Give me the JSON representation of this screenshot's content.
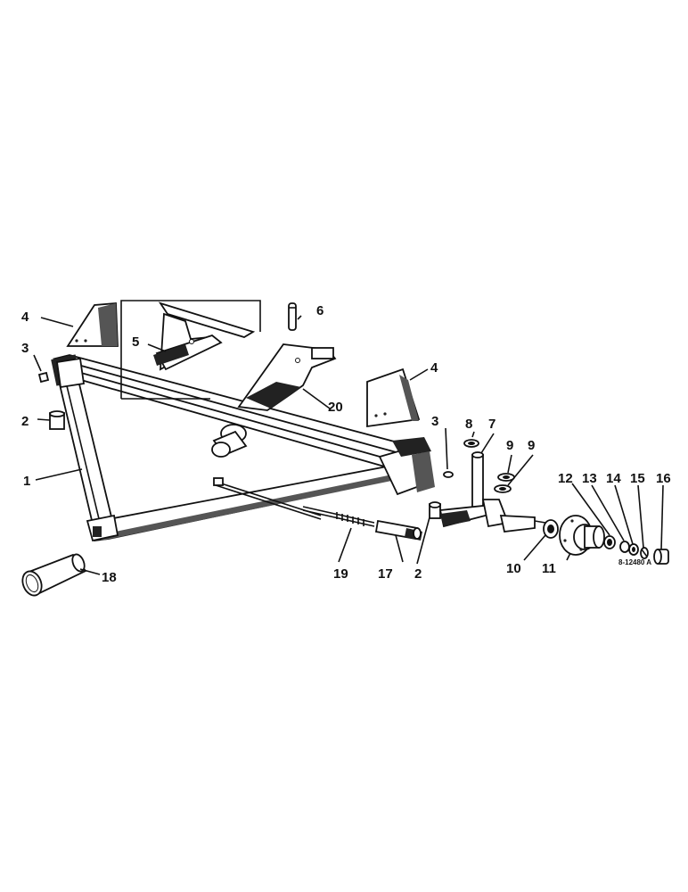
{
  "figure": {
    "reference_code": "8-12480 A",
    "callouts": [
      {
        "id": "c1",
        "text": "1"
      },
      {
        "id": "c2a",
        "text": "2"
      },
      {
        "id": "c2b",
        "text": "2"
      },
      {
        "id": "c3a",
        "text": "3"
      },
      {
        "id": "c3b",
        "text": "3"
      },
      {
        "id": "c4a",
        "text": "4"
      },
      {
        "id": "c4b",
        "text": "4"
      },
      {
        "id": "c5",
        "text": "5"
      },
      {
        "id": "c6",
        "text": "6"
      },
      {
        "id": "c7",
        "text": "7"
      },
      {
        "id": "c8",
        "text": "8"
      },
      {
        "id": "c9a",
        "text": "9"
      },
      {
        "id": "c9b",
        "text": "9"
      },
      {
        "id": "c10",
        "text": "10"
      },
      {
        "id": "c11",
        "text": "11"
      },
      {
        "id": "c12",
        "text": "12"
      },
      {
        "id": "c13",
        "text": "13"
      },
      {
        "id": "c14",
        "text": "14"
      },
      {
        "id": "c15",
        "text": "15"
      },
      {
        "id": "c16",
        "text": "16"
      },
      {
        "id": "c17",
        "text": "17"
      },
      {
        "id": "c18",
        "text": "18"
      },
      {
        "id": "c19",
        "text": "19"
      },
      {
        "id": "c20",
        "text": "20"
      }
    ]
  }
}
